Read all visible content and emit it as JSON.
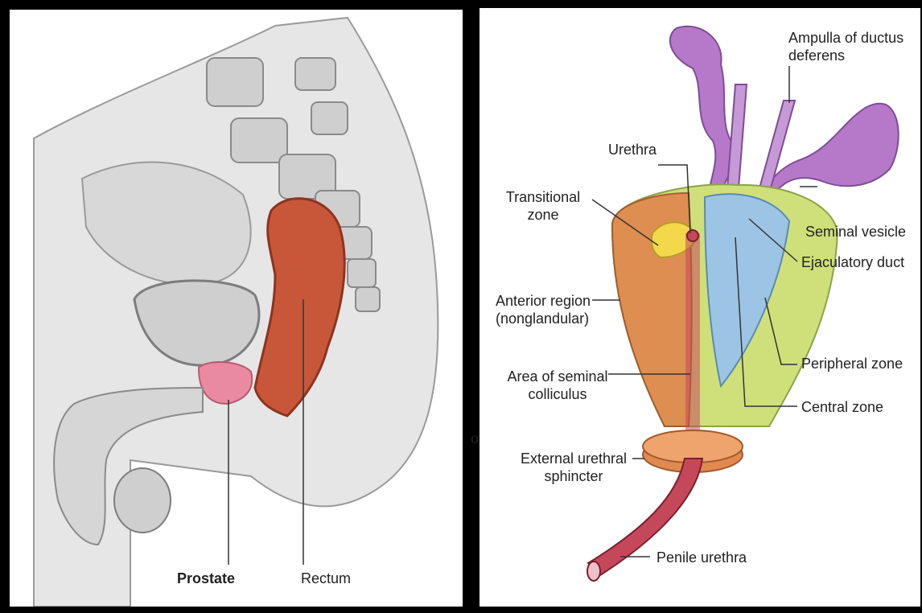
{
  "left_diagram": {
    "labels": {
      "prostate": "Prostate",
      "rectum": "Rectum"
    },
    "colors": {
      "rectum": "#c8573a",
      "prostate": "#e98aa0",
      "tissue": "#dcdcdc"
    }
  },
  "right_diagram": {
    "labels": {
      "ampulla": "Ampulla of ductus\ndeferens",
      "urethra": "Urethra",
      "transitional_zone": "Transitional\nzone",
      "seminal_vesicle": "Seminal vesicle",
      "ejaculatory_duct": "Ejaculatory duct",
      "anterior_region": "Anterior region\n(nonglandular)",
      "peripheral_zone": "Peripheral zone",
      "seminal_colliculus": "Area of seminal\ncolliculus",
      "central_zone": "Central zone",
      "external_sphincter": "External urethral\nsphincter",
      "penile_urethra": "Penile urethra"
    },
    "colors": {
      "vesicle": "#b679c9",
      "anterior": "#e08a50",
      "peripheral": "#cfe07a",
      "central": "#9cc4e4",
      "transitional": "#f2d84a",
      "urethra": "#c5485a"
    }
  },
  "stray_text": "o"
}
